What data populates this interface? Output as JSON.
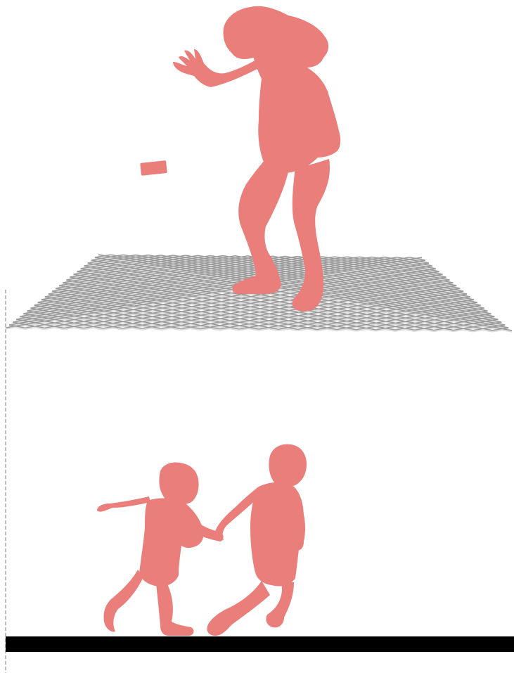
{
  "colors": {
    "silhouette": "#e97e7b",
    "ground_bar": "#000000",
    "mesh_line": "#9a9a9a",
    "guide_line": "#8c8c8c",
    "background": "#ffffff"
  },
  "scene": {
    "upper_panel": {
      "figure": "adult-crouching-silhouette",
      "falling_object": "phone-silhouette",
      "surface": "wireframe-mesh-ground"
    },
    "lower_panel": {
      "figures": [
        "child-left-silhouette",
        "child-right-silhouette"
      ],
      "surface": "solid-ground-bar"
    },
    "side_guide": "dashed-vertical-line"
  }
}
